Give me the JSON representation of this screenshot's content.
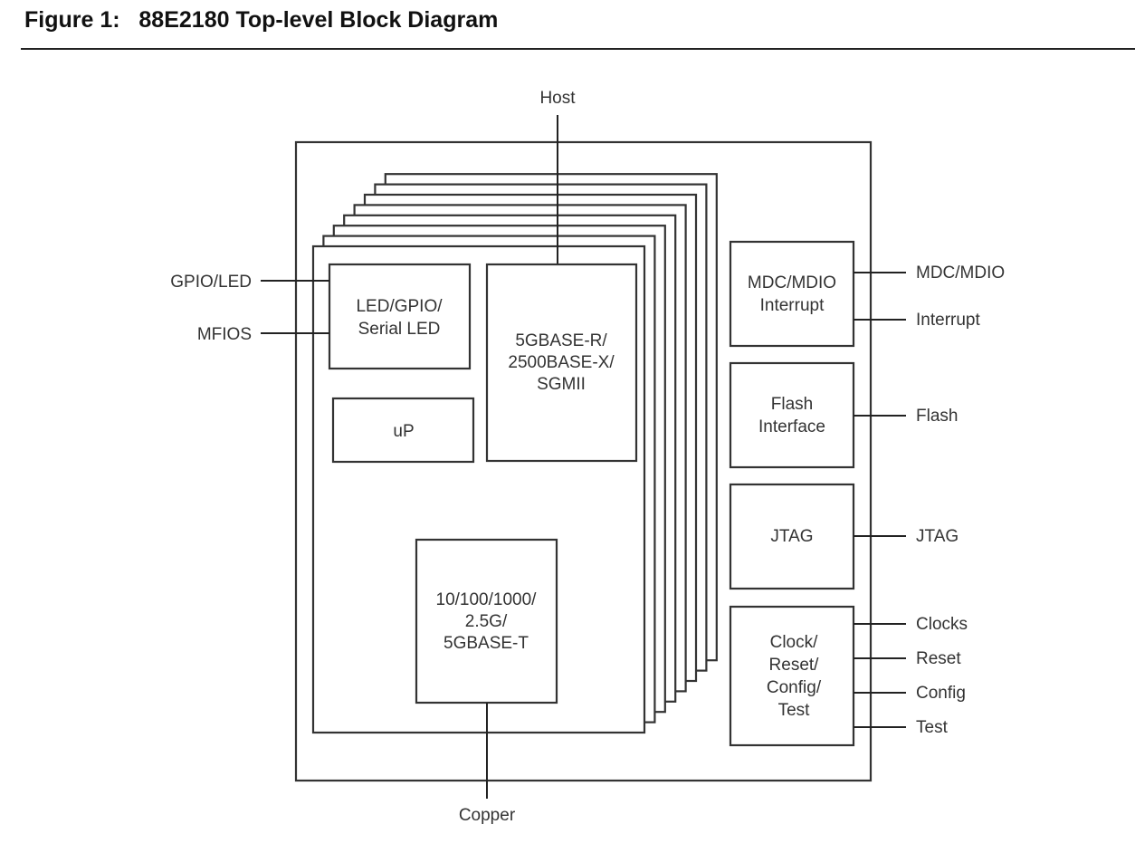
{
  "figure": {
    "title": "Figure 1:   88E2180 Top-level Block Diagram"
  },
  "diagram": {
    "stacked_port_layers": 8,
    "port_blocks": {
      "led_gpio": [
        "LED/GPIO/",
        "Serial LED"
      ],
      "up": [
        "uP"
      ],
      "host_serdes": [
        "5GBASE-R/",
        "2500BASE-X/",
        "SGMII"
      ],
      "copper_phy": [
        "10/100/1000/",
        "2.5G/",
        "5GBASE-T"
      ]
    },
    "global_blocks": {
      "mdc_mdio": [
        "MDC/MDIO",
        "Interrupt"
      ],
      "flash": [
        "Flash",
        "Interface"
      ],
      "jtag": [
        "JTAG"
      ],
      "clock_reset": [
        "Clock/",
        "Reset/",
        "Config/",
        "Test"
      ]
    },
    "external_signals": {
      "host": "Host",
      "copper": "Copper",
      "gpio_led": "GPIO/LED",
      "mfios": "MFIOS",
      "mdc_mdio": "MDC/MDIO",
      "interrupt": "Interrupt",
      "flash": "Flash",
      "jtag": "JTAG",
      "clocks": "Clocks",
      "reset": "Reset",
      "config": "Config",
      "test": "Test"
    }
  }
}
